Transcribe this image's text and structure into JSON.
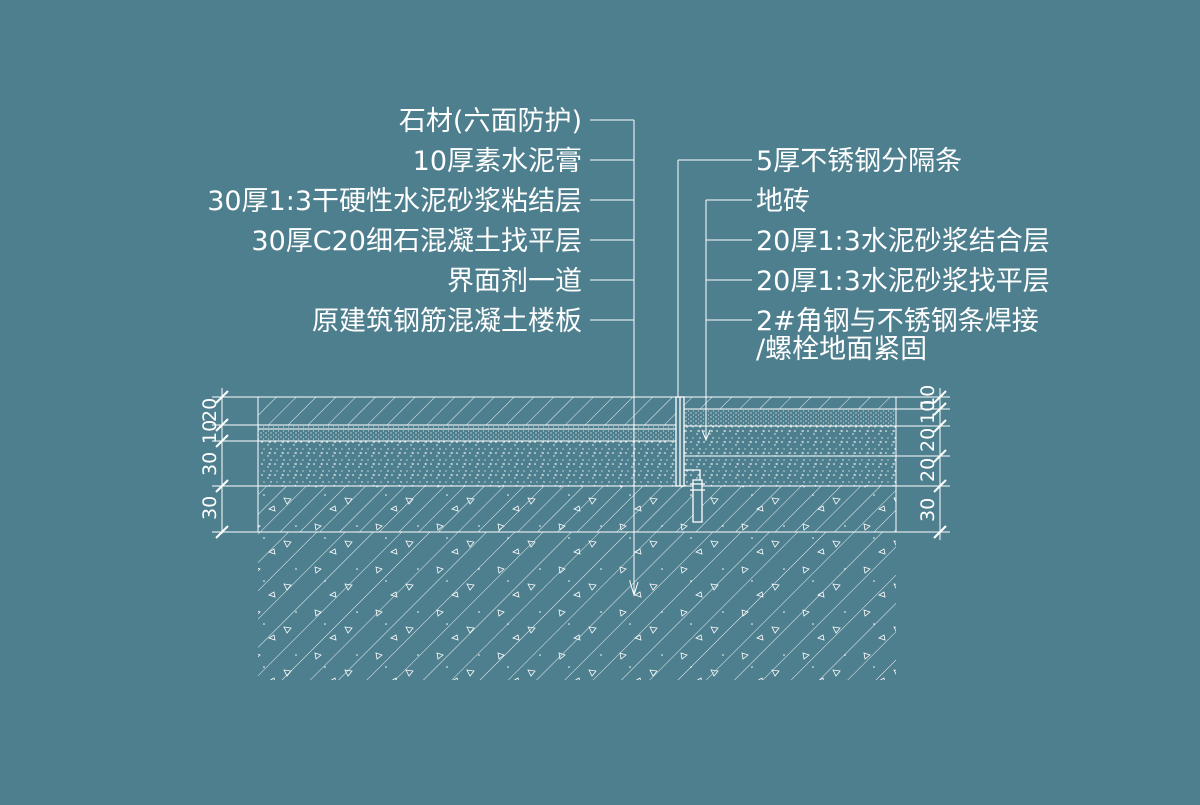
{
  "drawing": {
    "left_labels": [
      "石材(六面防护)",
      "10厚素水泥膏",
      "30厚1:3干硬性水泥砂浆粘结层",
      "30厚C20细石混凝土找平层",
      "界面剂一道",
      "原建筑钢筋混凝土楼板"
    ],
    "right_labels": [
      "5厚不锈钢分隔条",
      "地砖",
      "20厚1:3水泥砂浆结合层",
      "20厚1:3水泥砂浆找平层",
      "2#角钢与不锈钢条焊接",
      "/螺栓地面紧固"
    ],
    "left_dims": [
      "30",
      "30",
      "10",
      "20"
    ],
    "right_dims": [
      "30",
      "20",
      "20",
      "10",
      "10"
    ]
  },
  "colors": {
    "background": "#4e7f8e",
    "lines": "#ffffff"
  }
}
